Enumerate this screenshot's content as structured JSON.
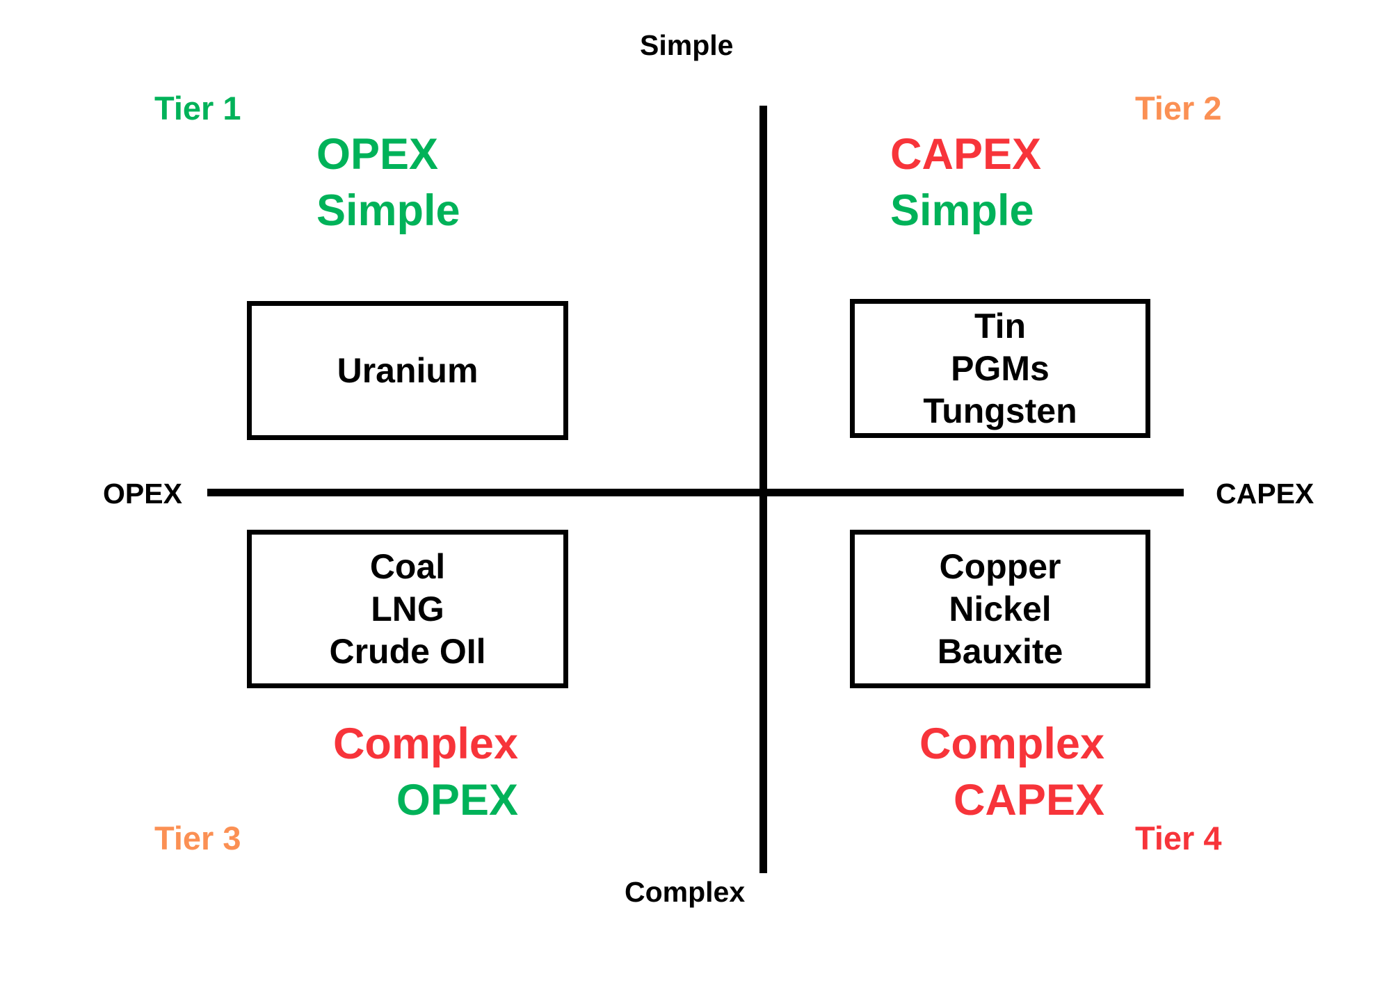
{
  "colors": {
    "green": "#00b259",
    "red": "#f7343a",
    "orange": "#fb9054",
    "black": "#000000",
    "background": "#ffffff"
  },
  "axes": {
    "vertical": {
      "top_label": "Simple",
      "bottom_label": "Complex"
    },
    "horizontal": {
      "left_label": "OPEX",
      "right_label": "CAPEX"
    }
  },
  "quadrants": {
    "top_left": {
      "tier": "Tier 1",
      "tier_color": "#00b259",
      "headline": [
        {
          "text": "OPEX",
          "color": "#00b259"
        },
        {
          "text": "Simple",
          "color": "#00b259"
        }
      ],
      "items": [
        "Uranium"
      ]
    },
    "top_right": {
      "tier": "Tier 2",
      "tier_color": "#fb9054",
      "headline": [
        {
          "text": "CAPEX",
          "color": "#f7343a"
        },
        {
          "text": "Simple",
          "color": "#00b259"
        }
      ],
      "items": [
        "Tin",
        "PGMs",
        "Tungsten"
      ]
    },
    "bottom_left": {
      "tier": "Tier 3",
      "tier_color": "#fb9054",
      "headline": [
        {
          "text": "Complex",
          "color": "#f7343a"
        },
        {
          "text": "OPEX",
          "color": "#00b259"
        }
      ],
      "items": [
        "Coal",
        "LNG",
        "Crude OIl"
      ]
    },
    "bottom_right": {
      "tier": "Tier 4",
      "tier_color": "#f7343a",
      "headline": [
        {
          "text": "Complex",
          "color": "#f7343a"
        },
        {
          "text": "CAPEX",
          "color": "#f7343a"
        }
      ],
      "items": [
        "Copper",
        "Nickel",
        "Bauxite"
      ]
    }
  },
  "chart_data": {
    "type": "table",
    "title": "OPEX / CAPEX vs Simple / Complex commodity tiering matrix",
    "xlabel": "OPEX → CAPEX",
    "ylabel": "Complex → Simple",
    "x_axis_endpoints": [
      "OPEX",
      "CAPEX"
    ],
    "y_axis_endpoints": [
      "Complex",
      "Simple"
    ],
    "grid": false,
    "legend": "none",
    "quadrants": [
      {
        "position": "top-left",
        "tier": "Tier 1",
        "x": "OPEX",
        "y": "Simple",
        "label_lines": [
          "OPEX",
          "Simple"
        ],
        "members": [
          "Uranium"
        ]
      },
      {
        "position": "top-right",
        "tier": "Tier 2",
        "x": "CAPEX",
        "y": "Simple",
        "label_lines": [
          "CAPEX",
          "Simple"
        ],
        "members": [
          "Tin",
          "PGMs",
          "Tungsten"
        ]
      },
      {
        "position": "bottom-left",
        "tier": "Tier 3",
        "x": "OPEX",
        "y": "Complex",
        "label_lines": [
          "Complex",
          "OPEX"
        ],
        "members": [
          "Coal",
          "LNG",
          "Crude OIl"
        ]
      },
      {
        "position": "bottom-right",
        "tier": "Tier 4",
        "x": "CAPEX",
        "y": "Complex",
        "label_lines": [
          "Complex",
          "CAPEX"
        ],
        "members": [
          "Copper",
          "Nickel",
          "Bauxite"
        ]
      }
    ]
  }
}
